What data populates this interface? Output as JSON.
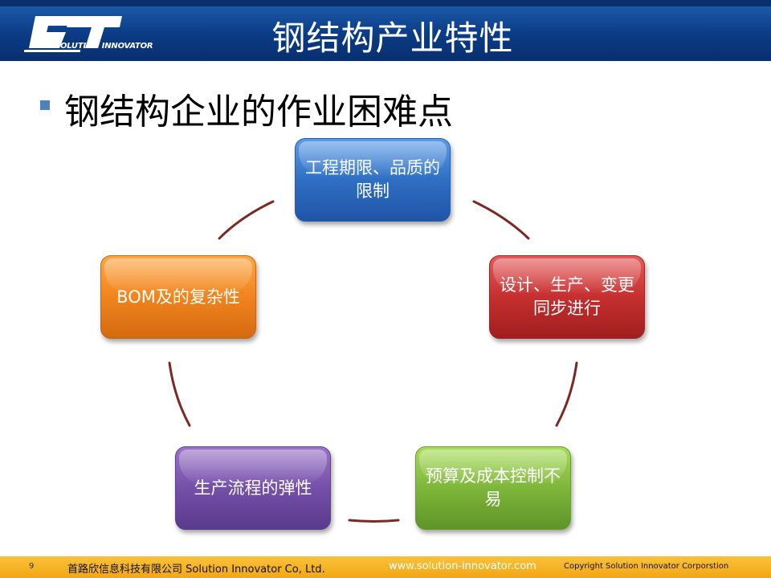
{
  "header": {
    "title": "钢结构产业特性",
    "logo_sub": "SOLUTION INNOVATOR"
  },
  "bullet": {
    "text": "钢结构企业的作业困难点"
  },
  "cycle": {
    "nodes": [
      {
        "label": "工程期限、品质的限制",
        "color": "#2f6fc4"
      },
      {
        "label": "设计、生产、变更同步进行",
        "color": "#c62f2f"
      },
      {
        "label": "预算及成本控制不易",
        "color": "#7db63a"
      },
      {
        "label": "生产流程的弹性",
        "color": "#7450a8"
      },
      {
        "label": "BOM及的复杂性",
        "color": "#f0841e"
      }
    ],
    "arc_color": "#7a2a22"
  },
  "footer": {
    "page_number": "9",
    "company": "首路欣信息科技有限公司 Solution Innovator Co, Ltd.",
    "website": "www.solution-innovator.com",
    "copyright": "Copyright Solution Innovator Corporstion"
  },
  "colors": {
    "header_blue": "#0b3c86",
    "footer_orange": "#f3a614",
    "bullet_blue": "#4f81bd"
  }
}
